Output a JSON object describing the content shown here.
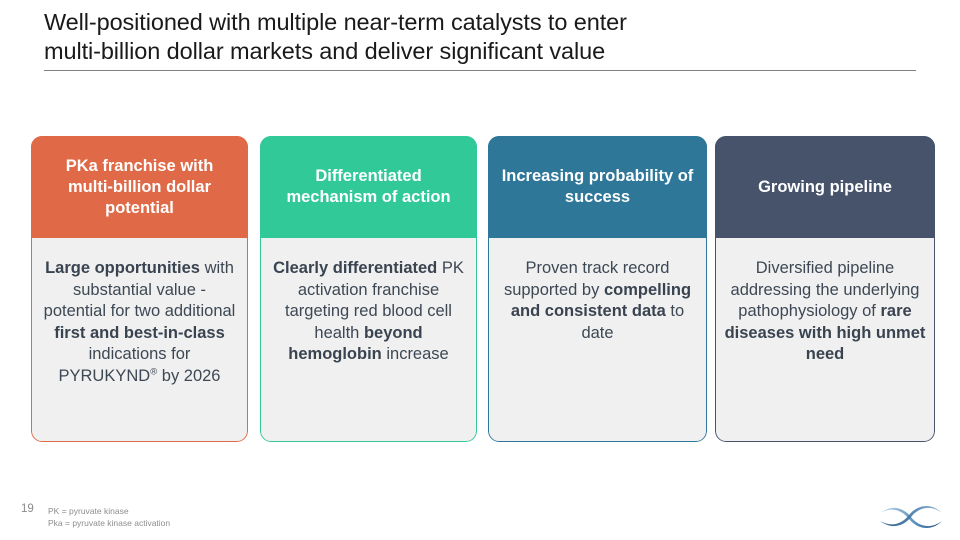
{
  "slide": {
    "title": "Well-positioned with multiple near-term catalysts to enter\nmulti-billion dollar markets and deliver significant value",
    "page_number": "19",
    "footnotes": "PK = pyruvate kinase\nPka = pyruvate kinase activation",
    "logo_name": "agios-ribbon-logo"
  },
  "colors": {
    "card_1_accent": "#E06A47",
    "card_2_accent": "#32C998",
    "card_3_accent": "#2E7799",
    "card_4_accent": "#46536B",
    "card_body_bg": "#F0F0F0",
    "body_text": "#3D4854",
    "title_text": "#1A1A1A",
    "rule": "#808080",
    "footer_text": "#8D8D8D",
    "logo_dark": "#2B5E91",
    "logo_light": "#9FC4E0"
  },
  "cards": [
    {
      "id": "pka-franchise",
      "accent": "#E06A47",
      "header": "PKa franchise with multi-billion dollar potential",
      "body_html": "<b>Large opportunities</b> with substantial value - potential for two additional <b>first and best-in-class</b> indications for PYRUKYND<sup>®</sup> by 2026",
      "body_plain": "Large opportunities with substantial value - potential for two additional first and best-in-class indications for PYRUKYND® by 2026"
    },
    {
      "id": "differentiated-moa",
      "accent": "#32C998",
      "header": "Differentiated mechanism of action",
      "body_html": "<b>Clearly differentiated</b> PK activation franchise targeting red blood cell health <b>beyond hemoglobin</b> increase",
      "body_plain": "Clearly differentiated PK activation franchise targeting red blood cell health beyond hemoglobin increase"
    },
    {
      "id": "probability-of-success",
      "accent": "#2E7799",
      "header": "Increasing probability of success",
      "body_html": "Proven track record supported by <b>compelling and consistent data</b> to date",
      "body_plain": "Proven track record supported by compelling and consistent data to date"
    },
    {
      "id": "growing-pipeline",
      "accent": "#46536B",
      "header": "Growing pipeline",
      "body_html": "Diversified pipeline addressing the underlying pathophysiology of <b>rare diseases with high unmet need</b>",
      "body_plain": "Diversified pipeline addressing the underlying pathophysiology of rare diseases with high unmet need"
    }
  ]
}
